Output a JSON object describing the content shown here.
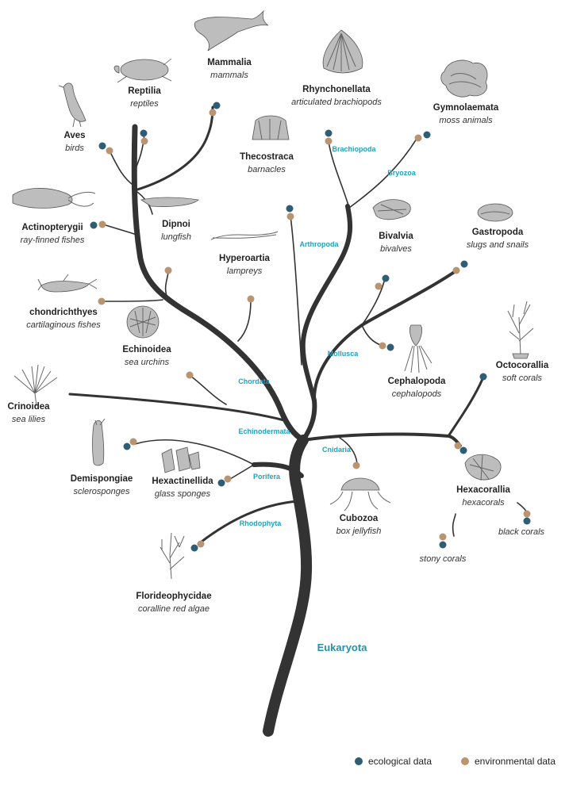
{
  "taxa": [
    {
      "sci": "Mammalia",
      "common": "mammals"
    },
    {
      "sci": "Reptilia",
      "common": "reptiles"
    },
    {
      "sci": "Aves",
      "common": "birds"
    },
    {
      "sci": "Rhynchonellata",
      "common": "articulated brachiopods"
    },
    {
      "sci": "Gymnolaemata",
      "common": "moss animals"
    },
    {
      "sci": "Thecostraca",
      "common": "barnacles"
    },
    {
      "sci": "Actinopterygii",
      "common": "ray-finned fishes"
    },
    {
      "sci": "Dipnoi",
      "common": "lungfish"
    },
    {
      "sci": "Bivalvia",
      "common": "bivalves"
    },
    {
      "sci": "Gastropoda",
      "common": "slugs and snails"
    },
    {
      "sci": "Hyperoartia",
      "common": "lampreys"
    },
    {
      "sci": "chondrichthyes",
      "common": "cartilaginous fishes"
    },
    {
      "sci": "Echinoidea",
      "common": "sea urchins"
    },
    {
      "sci": "Cephalopoda",
      "common": "cephalopods"
    },
    {
      "sci": "Octocorallia",
      "common": "soft corals"
    },
    {
      "sci": "Crinoidea",
      "common": "sea lilies"
    },
    {
      "sci": "Demispongiae",
      "common": "sclerosponges"
    },
    {
      "sci": "Hexactinellida",
      "common": "glass sponges"
    },
    {
      "sci": "Hexacorallia",
      "common": "hexacorals"
    },
    {
      "sci": "Cubozoa",
      "common": "box jellyfish"
    },
    {
      "sci": "Florideophycidae",
      "common": "coralline red algae"
    }
  ],
  "sublabels": {
    "black": "black corals",
    "stony": "stony corals"
  },
  "clades": {
    "brachiopoda": "Brachiopoda",
    "bryozoa": "Bryozoa",
    "arthropoda": "Arthropoda",
    "mollusca": "Mollusca",
    "chordata": "Chordata",
    "echinodermata": "Echinodermata",
    "cnidaria": "Cnidaria",
    "porifera": "Porifera",
    "rhodophyta": "Rhodophyta"
  },
  "root": "Eukaryota",
  "legend": {
    "eco": "ecological data",
    "env": "environmental data"
  },
  "colors": {
    "eco": "#2f5d73",
    "env": "#b89470",
    "clade": "#1ba4bf",
    "root": "#2a8fa6",
    "branch": "#333333"
  }
}
